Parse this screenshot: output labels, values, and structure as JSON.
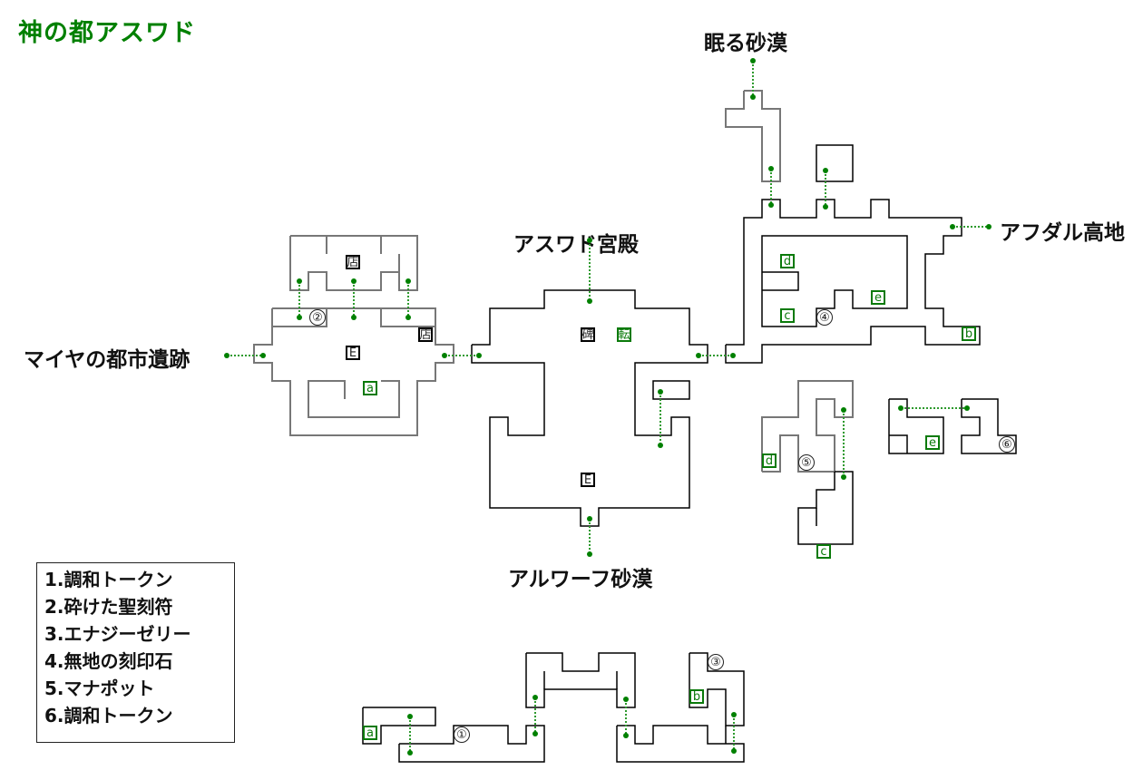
{
  "title": "神の都アスワド",
  "area_labels": {
    "sleeping_desert": "眠る砂漠",
    "aswad_palace": "アスワド宮殿",
    "afdal_highlands": "アフダル高地",
    "maiya_ruins": "マイヤの都市遺跡",
    "alwaf_desert": "アルワーフ砂漠"
  },
  "markers": {
    "shop": "店",
    "encounter": "E",
    "monument": "碑",
    "teleport": "転",
    "a": "a",
    "b": "b",
    "c": "c",
    "d": "d",
    "e": "e"
  },
  "numbers": {
    "n1": "①",
    "n2": "②",
    "n3": "③",
    "n4": "④",
    "n5": "⑤",
    "n6": "⑥"
  },
  "legend": [
    "1.調和トークン",
    "2.砕けた聖刻符",
    "3.エナジーゼリー",
    "4.無地の刻印石",
    "5.マナポット",
    "6.調和トークン"
  ],
  "colors": {
    "title": "#008000",
    "link": "#2e9a2e",
    "marker_green": "#0a7a0a"
  }
}
